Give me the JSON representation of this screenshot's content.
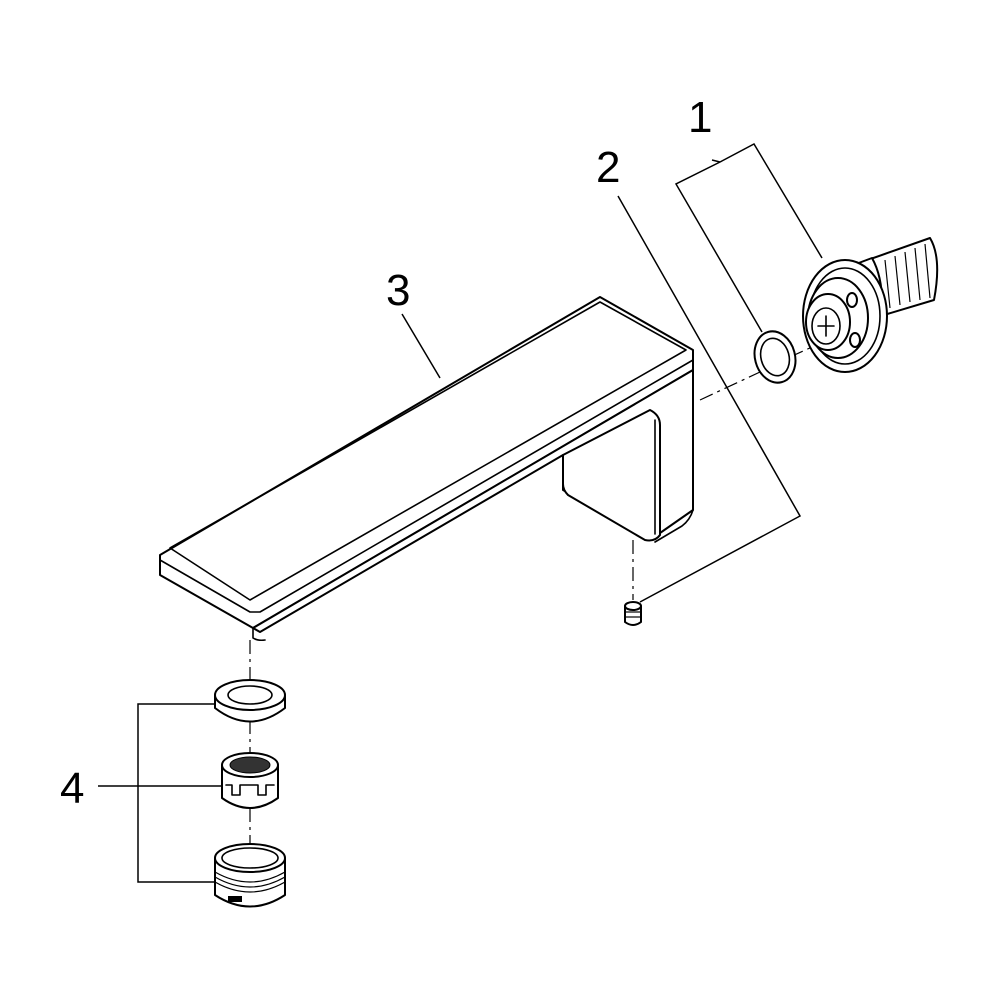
{
  "labels": {
    "part_1": "1",
    "part_2": "2",
    "part_3": "3",
    "part_4": "4"
  },
  "parts": [
    {
      "number": "1",
      "icon": "wall-mount-connector-icon"
    },
    {
      "number": "2",
      "icon": "set-screw-icon"
    },
    {
      "number": "3",
      "icon": "spout-body-icon"
    },
    {
      "number": "4",
      "icon": "aerator-set-icon"
    }
  ],
  "colors": {
    "line": "#000000",
    "background": "#ffffff"
  }
}
